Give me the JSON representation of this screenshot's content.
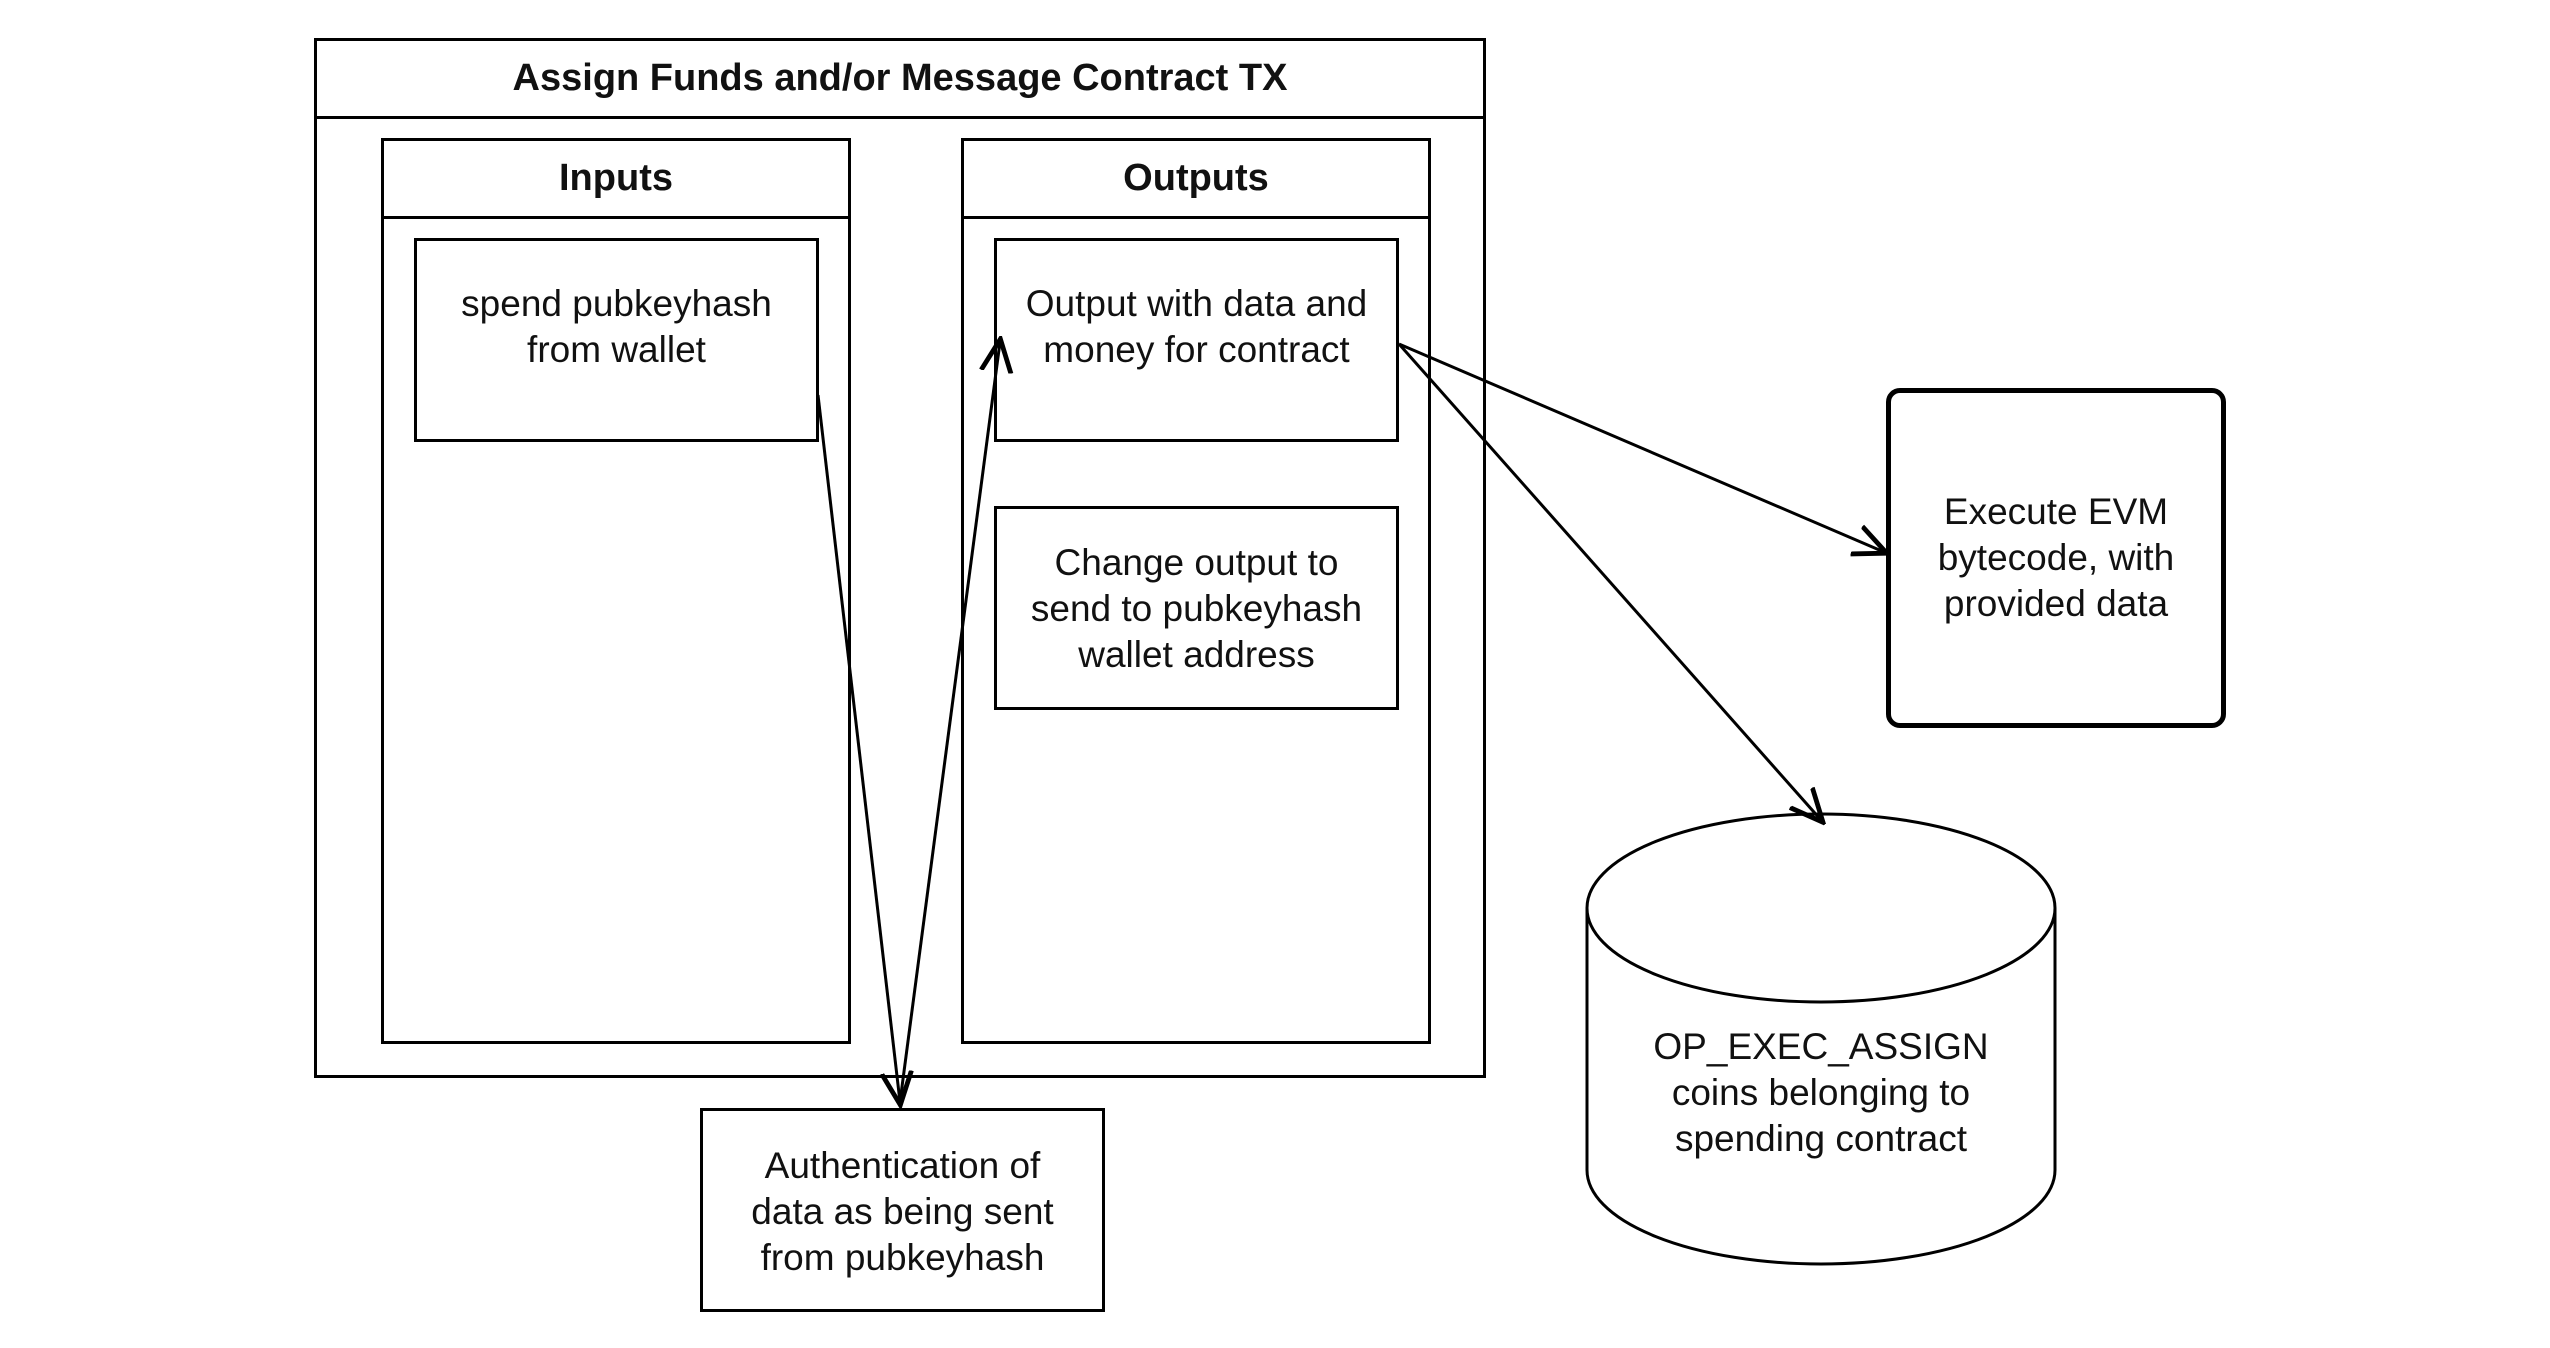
{
  "diagram": {
    "container": {
      "title": "Assign Funds and/or Message Contract TX"
    },
    "inputs_panel": {
      "title": "Inputs",
      "items": [
        "spend pubkeyhash\nfrom wallet"
      ]
    },
    "outputs_panel": {
      "title": "Outputs",
      "items": [
        "Output with data and\nmoney for contract",
        "Change output to\nsend to pubkeyhash\nwallet address"
      ]
    },
    "authentication_box": {
      "label": "Authentication of\ndata as being sent\nfrom pubkeyhash"
    },
    "execute_box": {
      "label": "Execute EVM\nbytecode, with\nprovided data"
    },
    "storage_cylinder": {
      "label": "OP_EXEC_ASSIGN\ncoins belonging to\nspending contract"
    }
  }
}
